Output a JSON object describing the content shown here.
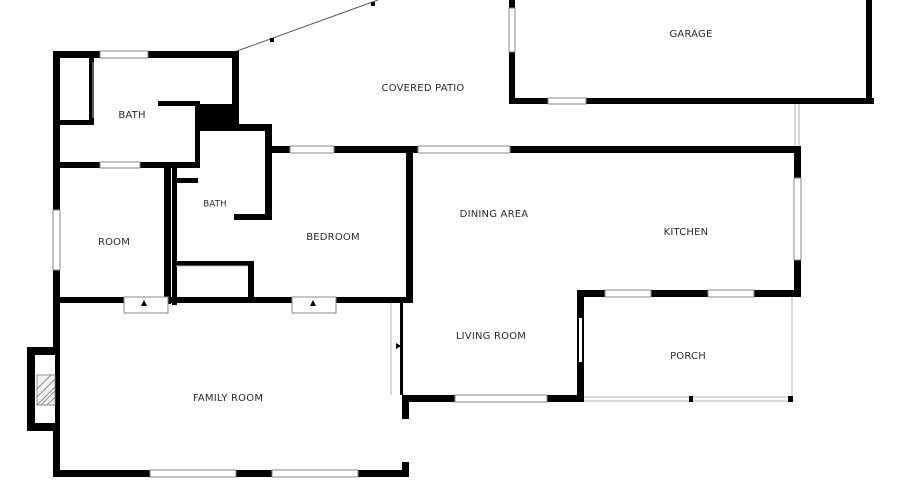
{
  "rooms": {
    "garage": "GARAGE",
    "covered_patio": "COVERED PATIO",
    "bath_upper": "BATH",
    "bath_small": "BATH",
    "room": "ROOM",
    "bedroom": "BEDROOM",
    "dining_area": "DINING AREA",
    "kitchen": "KITCHEN",
    "living_room": "LIVING ROOM",
    "porch": "PORCH",
    "family_room": "FAMILY ROOM"
  },
  "colors": {
    "wall": "#000000",
    "window": "#8a8a8a",
    "background": "#ffffff"
  }
}
